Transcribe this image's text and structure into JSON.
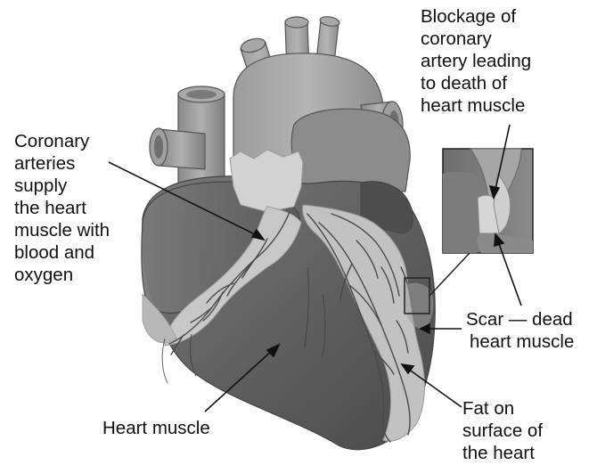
{
  "labels": {
    "coronary": [
      "Coronary",
      "arteries",
      "supply",
      "the heart",
      "muscle with",
      "blood and",
      "oxygen"
    ],
    "blockage": [
      "Blockage of",
      "coronary",
      "artery leading",
      "to death of",
      "heart muscle"
    ],
    "scar": [
      "Scar — dead",
      "heart muscle"
    ],
    "heart_muscle": [
      "Heart muscle"
    ],
    "fat": [
      "Fat on",
      "surface of",
      "the heart"
    ]
  },
  "colors": {
    "heart_muscle": "#5e5e5e",
    "vessels": "#9a9a9a",
    "fat": "#d2d2d2",
    "artery_lines": "#4a4a4a",
    "text": "#111111"
  }
}
